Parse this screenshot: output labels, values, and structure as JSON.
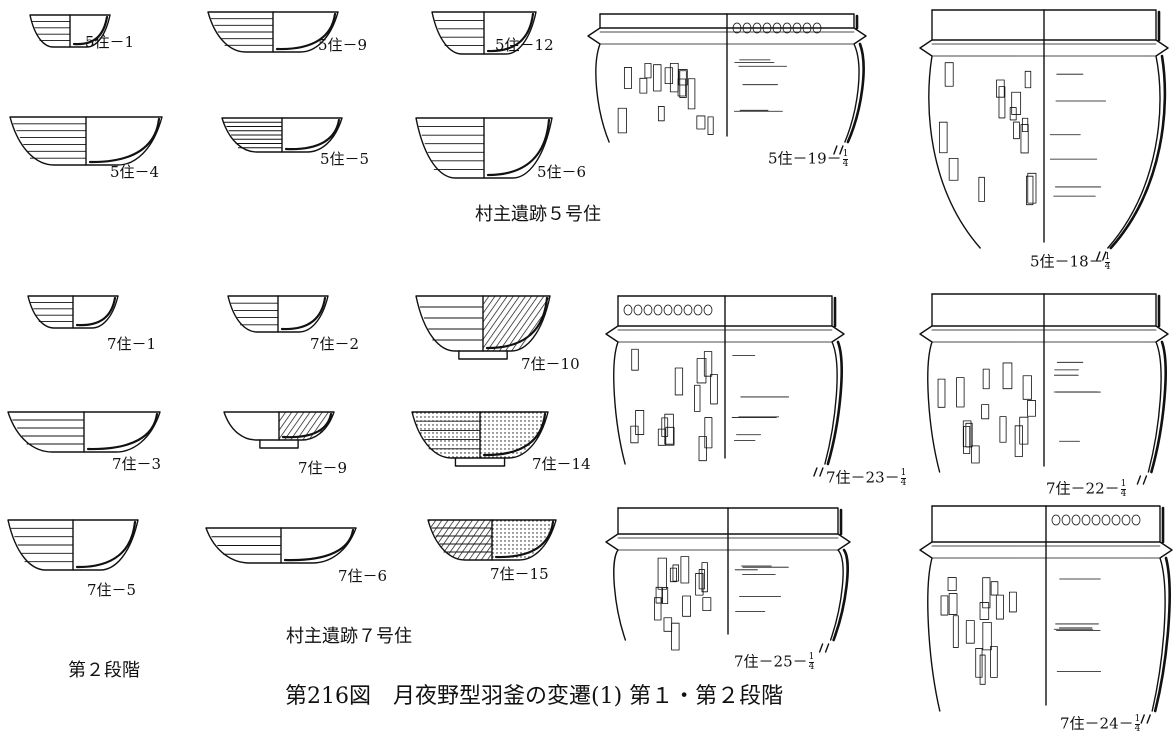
{
  "figure": {
    "caption": "第216図　月夜野型羽釜の変遷(1) 第１・第２段階",
    "stage_label": "第２段階"
  },
  "sites": {
    "house5": "村主遺跡５号住",
    "house7": "村主遺跡７号住"
  },
  "items": {
    "h5_1": "5住－1",
    "h5_9": "5住－9",
    "h5_12": "5住－12",
    "h5_4": "5住－4",
    "h5_5": "5住－5",
    "h5_6": "5住－6",
    "h5_19": "5住－19－",
    "h5_18": "5住－18－",
    "h7_1": "7住－1",
    "h7_2": "7住－2",
    "h7_10": "7住－10",
    "h7_3": "7住－3",
    "h7_9": "7住－9",
    "h7_14": "7住－14",
    "h7_5": "7住－5",
    "h7_6": "7住－6",
    "h7_15": "7住－15",
    "h7_23": "7住－23－",
    "h7_22": "7住－22－",
    "h7_25": "7住－25－",
    "h7_24": "7住－24－"
  },
  "scale": {
    "num": "1",
    "den": "4"
  },
  "colors": {
    "ink": "#111111",
    "paper": "#ffffff"
  }
}
